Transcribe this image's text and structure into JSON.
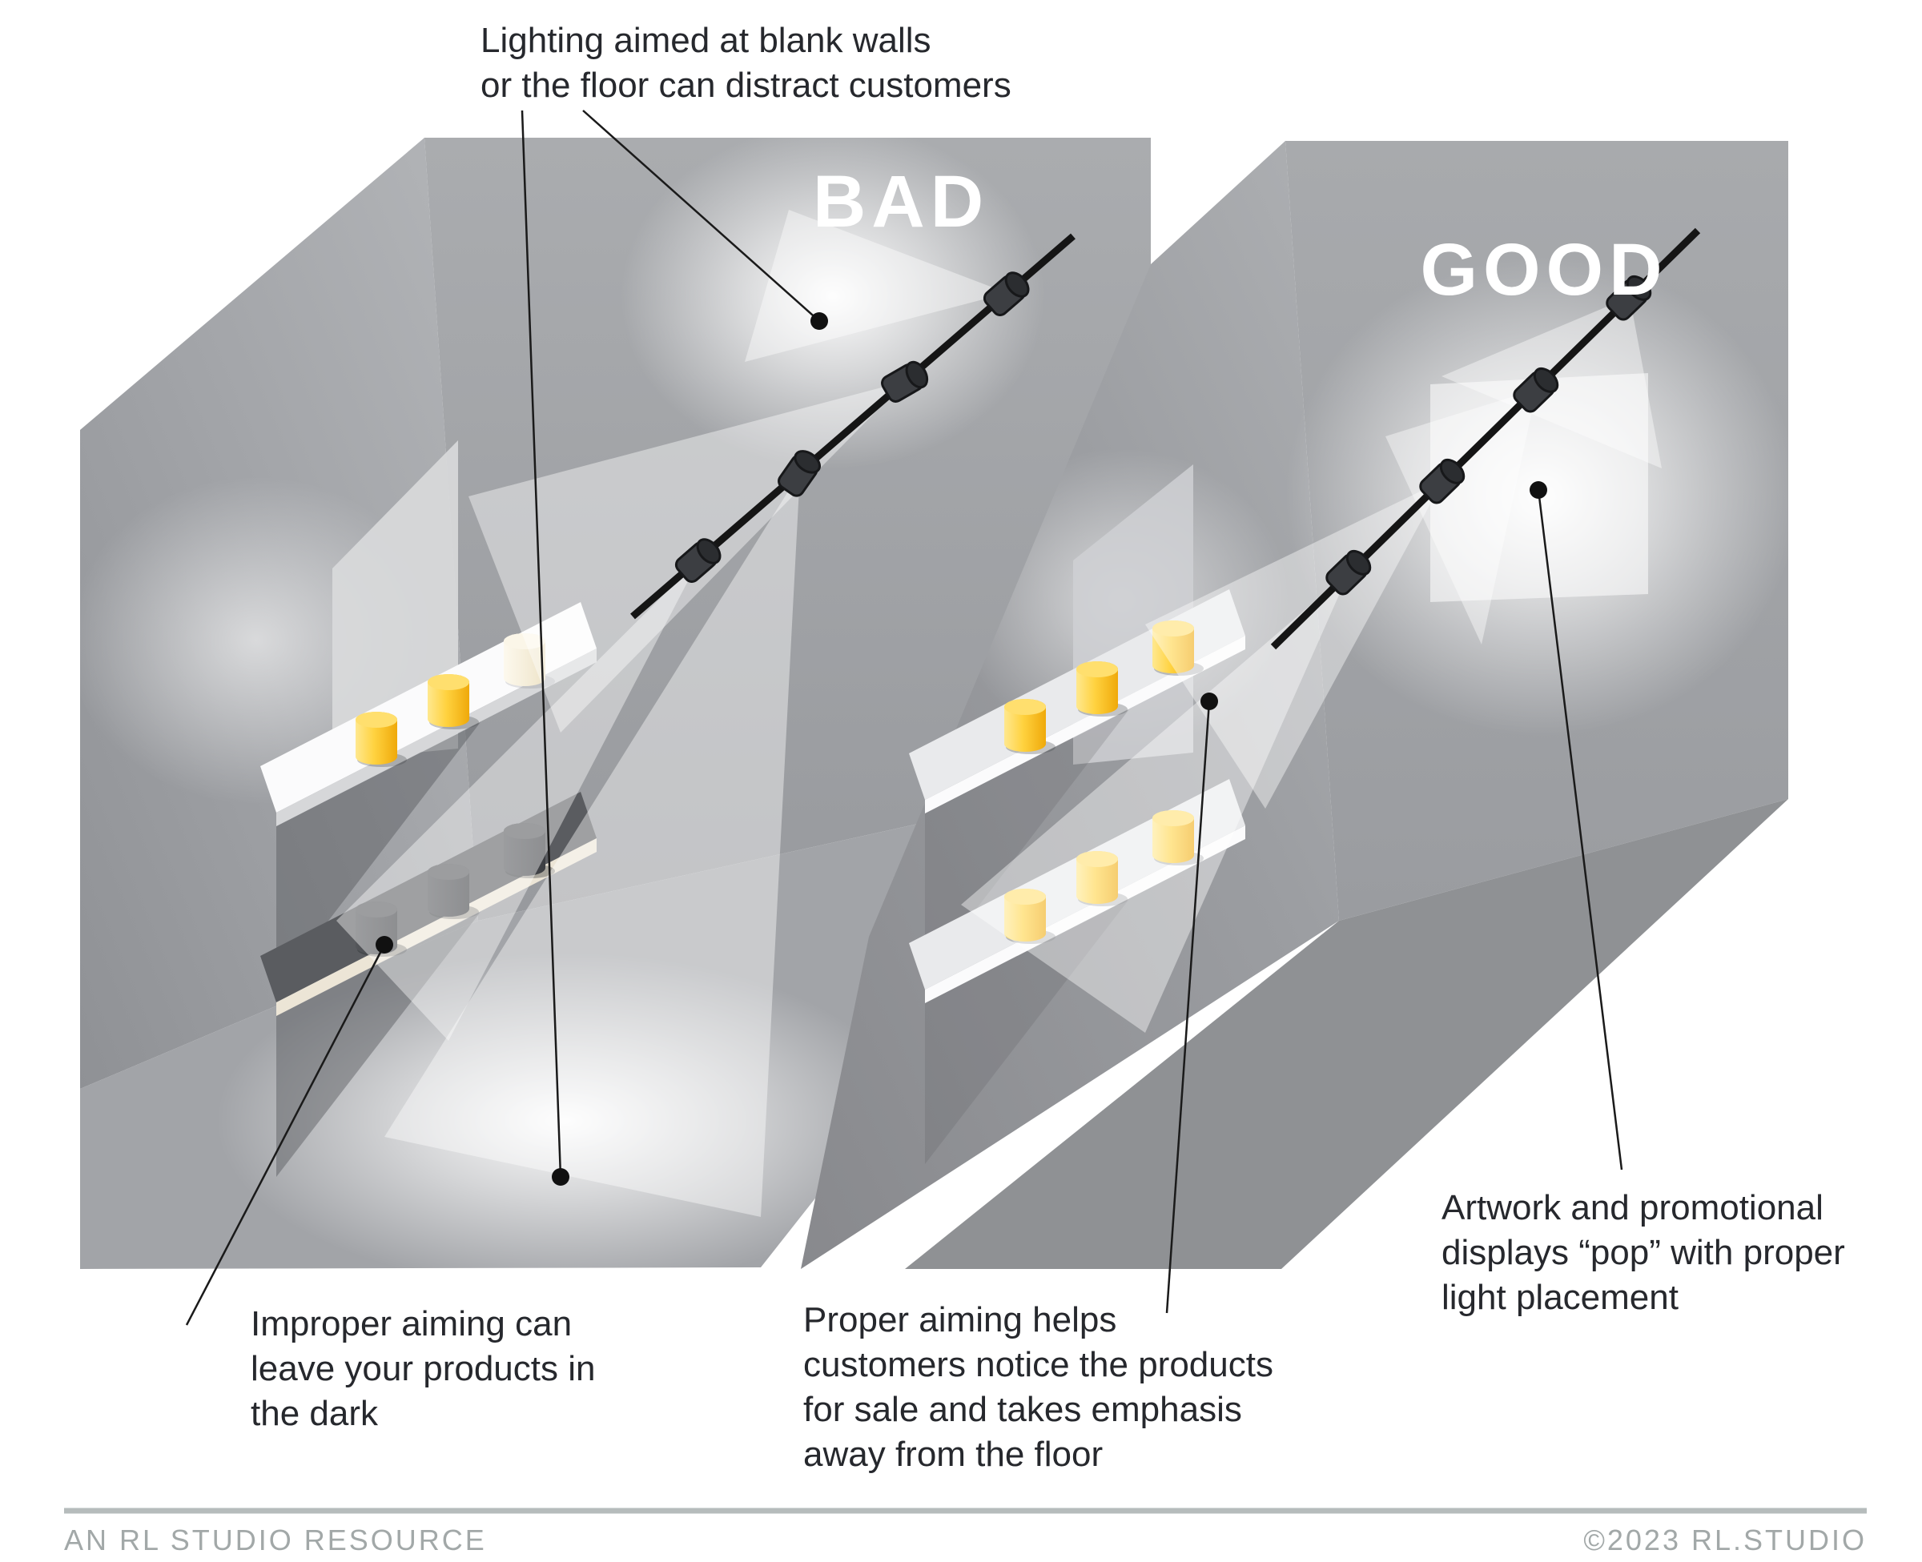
{
  "rooms": {
    "bad": {
      "label": "BAD"
    },
    "good": {
      "label": "GOOD"
    }
  },
  "annotations": {
    "top": {
      "lines": [
        "Lighting aimed at blank walls",
        "or the floor can distract customers"
      ]
    },
    "improper": {
      "lines": [
        "Improper aiming can",
        "leave your products in",
        "the dark"
      ]
    },
    "proper": {
      "lines": [
        "Proper aiming helps",
        "customers notice the products",
        "for sale and takes emphasis",
        "away from the floor"
      ]
    },
    "artwork": {
      "lines": [
        "Artwork and promotional",
        "displays “pop” with proper",
        "light placement"
      ]
    }
  },
  "footer": {
    "left": "AN RL STUDIO RESOURCE",
    "right": "©2023 RL.STUDIO"
  },
  "colors": {
    "ink": "#26282d",
    "wall_gray": "#a7a9ac",
    "floor_gray": "#a0a2a6",
    "product_yellow": "#ffd23f",
    "product_pale": "#f5eedd",
    "product_dark": "#46484c",
    "track_black": "#1a1a1a",
    "footer_text": "#a2a8a8",
    "rule": "#b6bcbc",
    "label_text": "#ffffff"
  }
}
